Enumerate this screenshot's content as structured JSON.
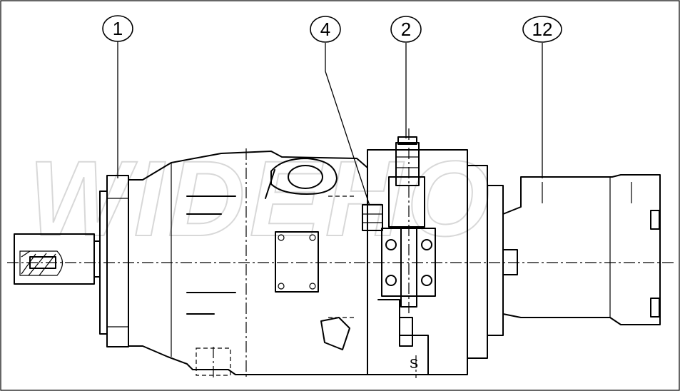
{
  "drawing": {
    "balloons": [
      {
        "id": "balloon-1",
        "label": "1"
      },
      {
        "id": "balloon-4",
        "label": "4"
      },
      {
        "id": "balloon-2",
        "label": "2"
      },
      {
        "id": "balloon-12",
        "label": "12"
      }
    ],
    "port_label": "S",
    "watermark": "WIDEHO"
  },
  "colors": {
    "line": "#000000",
    "background": "#ffffff",
    "watermark": "#d8d8d8"
  }
}
